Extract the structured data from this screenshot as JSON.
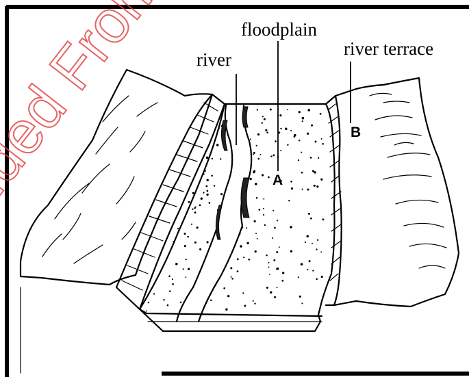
{
  "diagram": {
    "labels": {
      "river": "river",
      "floodplain": "floodplain",
      "river_terrace": "river terrace",
      "point_a": "A",
      "point_b": "B"
    },
    "watermark": "...ded From",
    "colors": {
      "ink": "#000000",
      "background": "#ffffff",
      "watermark": "#e23c3c"
    }
  }
}
